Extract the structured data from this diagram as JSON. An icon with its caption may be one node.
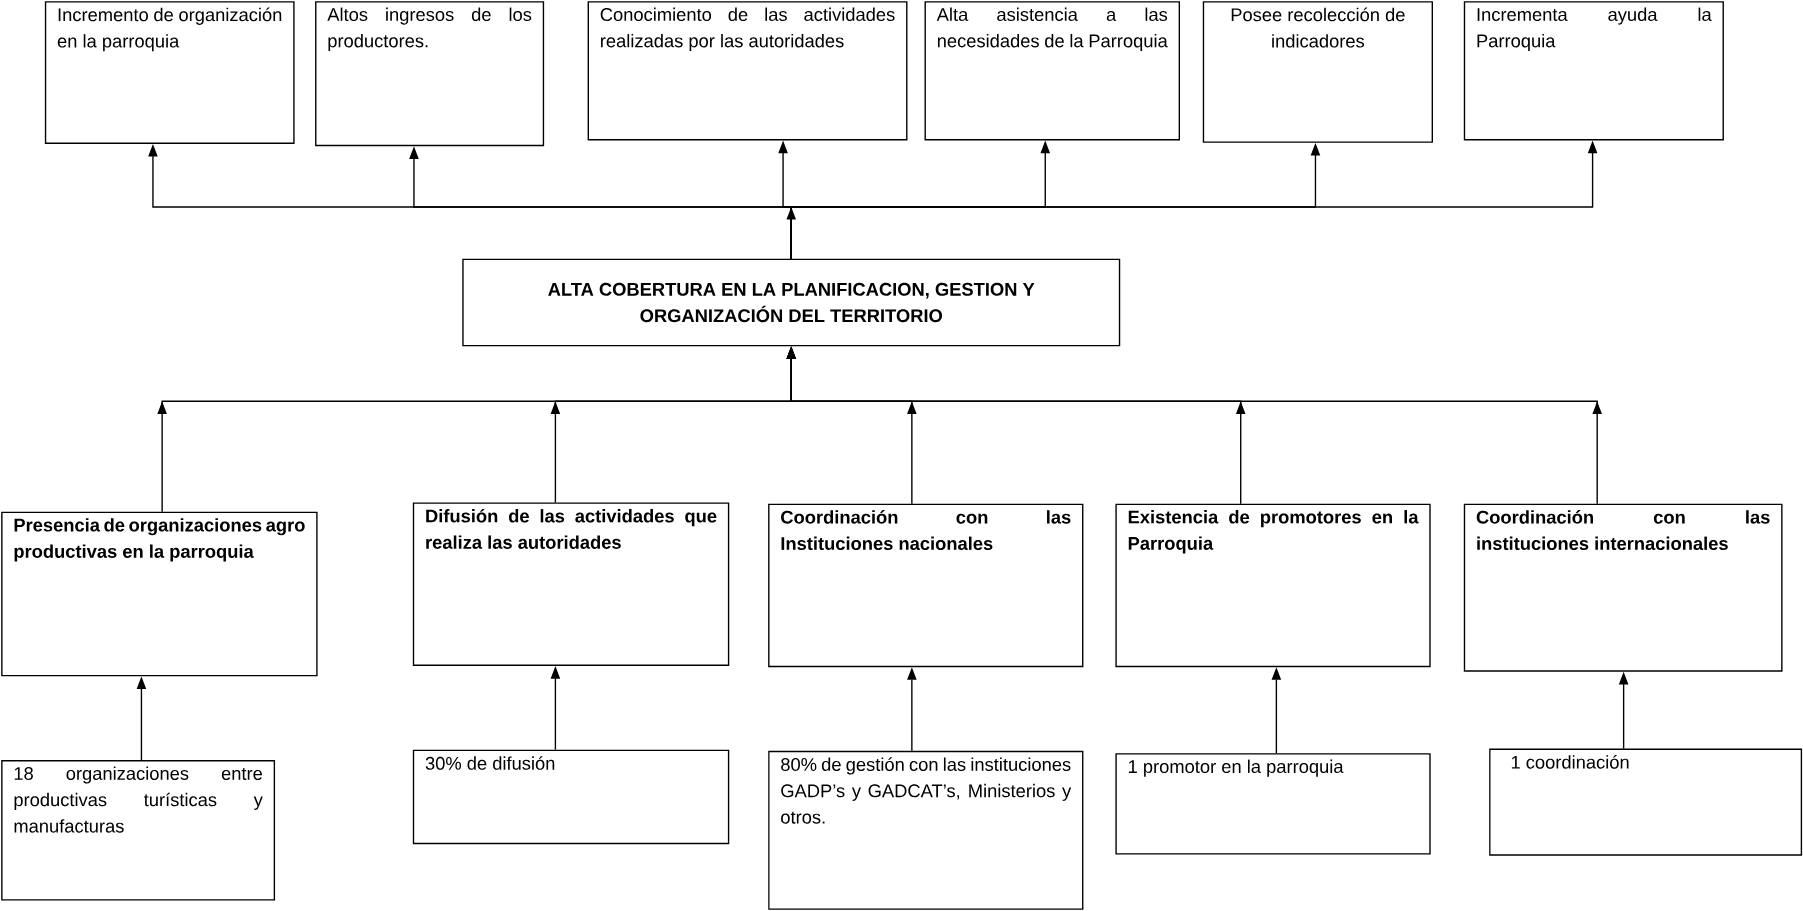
{
  "diagram": {
    "nodes": [
      {
        "text": [
          "Incremento de organización en la parroquia"
        ]
      },
      {
        "text": [
          "Altos ingresos de los productores."
        ]
      },
      {
        "text": [
          "Conocimiento de las actividades realizadas por las autoridades"
        ]
      },
      {
        "text": [
          "Alta asistencia a las necesidades de la Parroquia"
        ]
      },
      {
        "text": [
          "Posee recolección de indicadores"
        ]
      },
      {
        "text": [
          "Incrementa ayuda la Parroquia"
        ]
      },
      {
        "text": [
          "ALTA COBERTURA EN LA PLANIFICACION, GESTION Y ORGANIZACIÓN  DEL TERRITORIO"
        ]
      },
      {
        "text": [
          "Presencia de organizaciones agro productivas en la parroquia"
        ]
      },
      {
        "text": [
          "Difusión de las actividades que realiza las autoridades"
        ]
      },
      {
        "text": [
          "Coordinación con las Instituciones nacionales"
        ]
      },
      {
        "text": [
          "Existencia de promotores en la Parroquia"
        ]
      },
      {
        "text": [
          "Coordinación con las instituciones internacionales"
        ]
      },
      {
        "text": [
          "18 organizaciones entre productivas turísticas y manufacturas"
        ]
      },
      {
        "text": [
          "30%  de difusión"
        ]
      },
      {
        "text": [
          "80% de gestión con las instituciones GADP’s y GADCAT’s, Ministerios y otros."
        ]
      },
      {
        "text": [
          "1 promotor en la parroquia"
        ]
      },
      {
        "text": [
          "1 coordinación"
        ]
      }
    ],
    "edges": [
      {
        "from": 6,
        "to": 0,
        "arrow": "to"
      },
      {
        "from": 6,
        "to": 1,
        "arrow": "to"
      },
      {
        "from": 6,
        "to": 2,
        "arrow": "to"
      },
      {
        "from": 6,
        "to": 3,
        "arrow": "to"
      },
      {
        "from": 6,
        "to": 4,
        "arrow": "to"
      },
      {
        "from": 6,
        "to": 5,
        "arrow": "to"
      },
      {
        "from": 7,
        "to": 6,
        "arrow": "to"
      },
      {
        "from": 8,
        "to": 6,
        "arrow": "to"
      },
      {
        "from": 9,
        "to": 6,
        "arrow": "to"
      },
      {
        "from": 10,
        "to": 6,
        "arrow": "to"
      },
      {
        "from": 11,
        "to": 6,
        "arrow": "to"
      },
      {
        "from": 12,
        "to": 7,
        "arrow": "to"
      },
      {
        "from": 13,
        "to": 8,
        "arrow": "to"
      },
      {
        "from": 14,
        "to": 9,
        "arrow": "to"
      },
      {
        "from": 15,
        "to": 10,
        "arrow": "to"
      },
      {
        "from": 16,
        "to": 11,
        "arrow": "to"
      }
    ]
  }
}
